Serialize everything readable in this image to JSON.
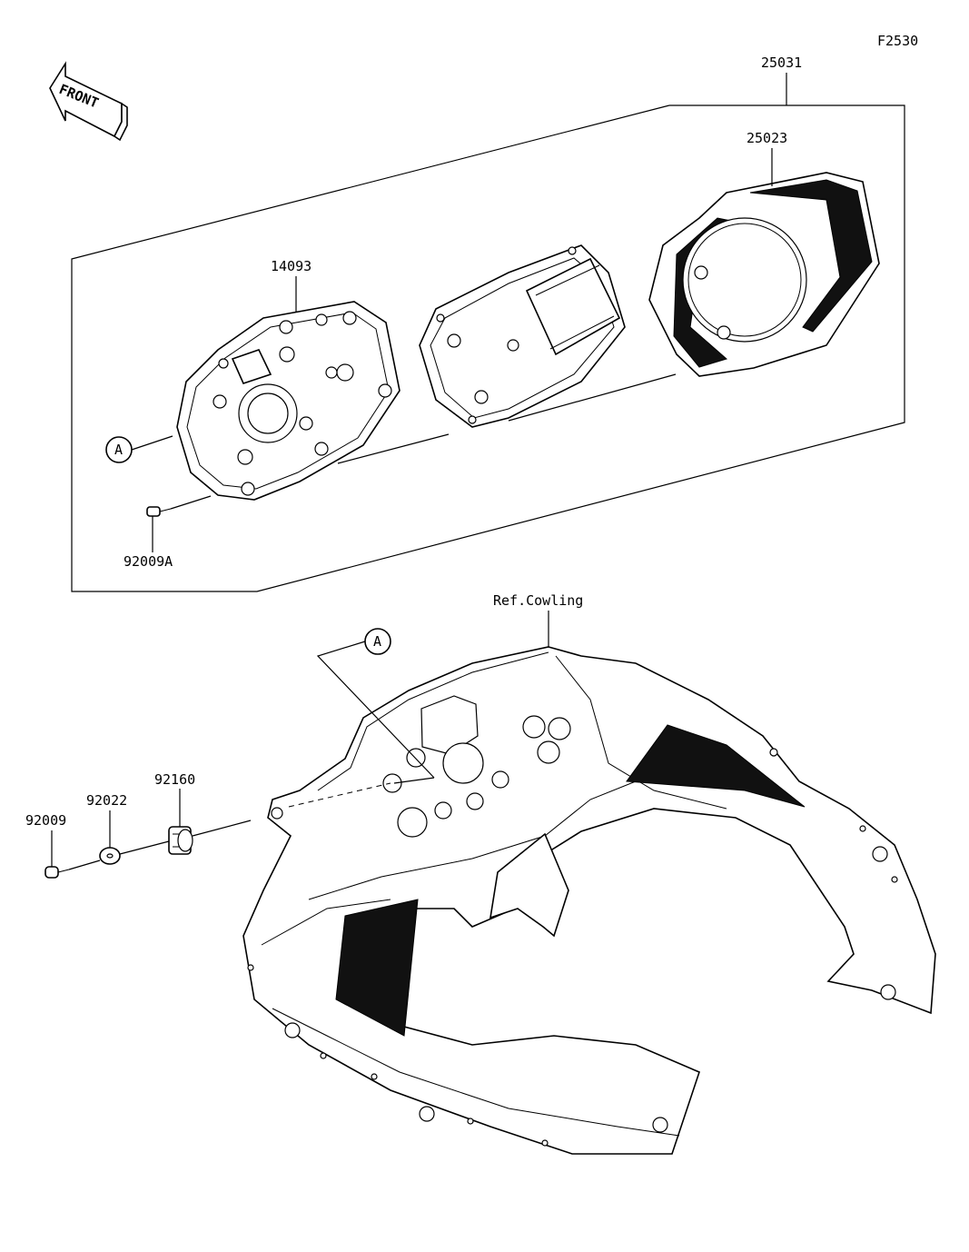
{
  "figure_code": "F2530",
  "front_arrow": {
    "text": "FRONT"
  },
  "callouts": {
    "assembly": "25031",
    "cover": "25023",
    "case": "14093",
    "screw_a": "92009A",
    "cowling_ref": "Ref.Cowling",
    "damper": "92160",
    "washer": "92022",
    "screw": "92009"
  },
  "reference_marks": {
    "mark_1": "A",
    "mark_2": "A"
  }
}
